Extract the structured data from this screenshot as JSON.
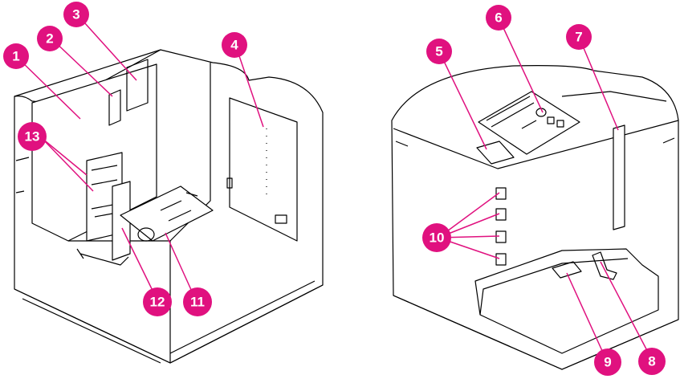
{
  "colors": {
    "callout": "#e0117f",
    "callout_text": "#ffffff",
    "outline": "#000000",
    "body": "#ffffff"
  },
  "left_view": {
    "callouts": [
      {
        "id": "c1",
        "label": "1"
      },
      {
        "id": "c2",
        "label": "2"
      },
      {
        "id": "c3",
        "label": "3"
      },
      {
        "id": "c4",
        "label": "4"
      },
      {
        "id": "c11",
        "label": "11"
      },
      {
        "id": "c12",
        "label": "12"
      },
      {
        "id": "c13",
        "label": "13"
      }
    ]
  },
  "right_view": {
    "callouts": [
      {
        "id": "c5",
        "label": "5"
      },
      {
        "id": "c6",
        "label": "6"
      },
      {
        "id": "c7",
        "label": "7"
      },
      {
        "id": "c8",
        "label": "8"
      },
      {
        "id": "c9",
        "label": "9"
      },
      {
        "id": "c10",
        "label": "10"
      }
    ]
  }
}
